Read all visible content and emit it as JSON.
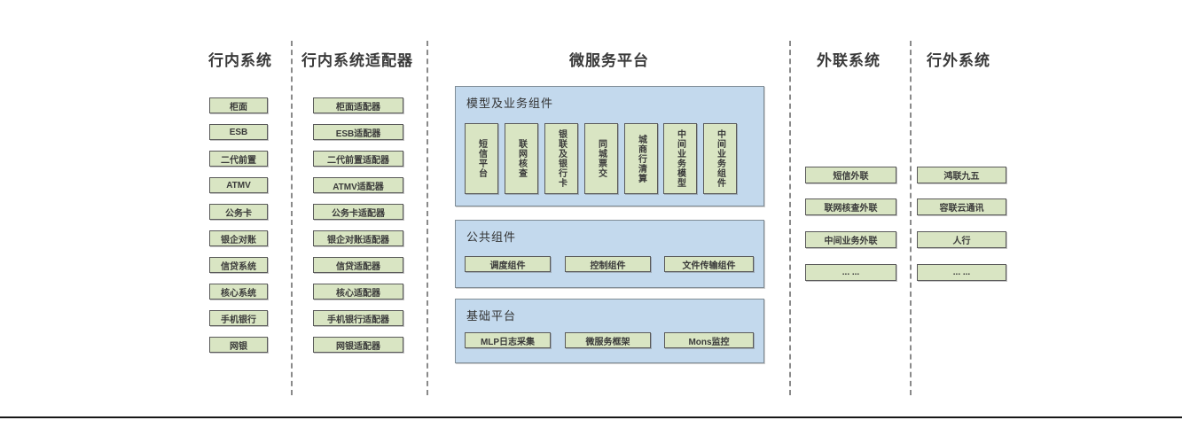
{
  "colors": {
    "node_fill": "#d9e5c3",
    "node_border": "#5a5a5a",
    "panel_fill": "#c3d9ed",
    "panel_border": "#7f8c96",
    "text": "#3a3a3a",
    "divider": "#8a8a8a",
    "baseline": "#171717"
  },
  "lanes": {
    "internal": {
      "header": "行内系统",
      "items": [
        "柜面",
        "ESB",
        "二代前置",
        "ATMV",
        "公务卡",
        "银企对账",
        "信贷系统",
        "核心系统",
        "手机银行",
        "网银"
      ]
    },
    "adapters": {
      "header": "行内系统适配器",
      "items": [
        "柜面适配器",
        "ESB适配器",
        "二代前置适配器",
        "ATMV适配器",
        "公务卡适配器",
        "银企对账适配器",
        "信贷适配器",
        "核心适配器",
        "手机银行适配器",
        "网银适配器"
      ]
    },
    "platform": {
      "header": "微服务平台",
      "model_section": {
        "title": "模型及业务组件",
        "items": [
          "短信平台",
          "联网核查",
          "银联及银行卡",
          "同城票交",
          "城商行清算",
          "中间业务模型",
          "中间业务组件"
        ]
      },
      "common_section": {
        "title": "公共组件",
        "items": [
          "调度组件",
          "控制组件",
          "文件传输组件"
        ]
      },
      "base_section": {
        "title": "基础平台",
        "items": [
          "MLP日志采集",
          "微服务框架",
          "Mons监控"
        ]
      }
    },
    "outbound": {
      "header": "外联系统",
      "items": [
        "短信外联",
        "联网核查外联",
        "中间业务外联",
        "... ..."
      ]
    },
    "external": {
      "header": "行外系统",
      "items": [
        "鸿联九五",
        "容联云通讯",
        "人行",
        "... ..."
      ]
    }
  }
}
